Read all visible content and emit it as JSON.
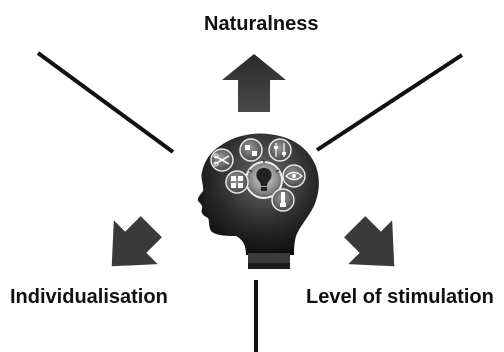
{
  "labels": {
    "top": "Naturalness",
    "left": "Individualisation",
    "right": "Level of stimulation"
  },
  "colors": {
    "line": "#111111",
    "arrow": "#333333",
    "head_dark": "#0c0c0c",
    "head_light": "#6a6a6a"
  },
  "icons": [
    "scissors-icon",
    "dice-icon",
    "sliders-icon",
    "lightbulb-icon",
    "letters-icon",
    "eye-icon",
    "paintbrush-icon"
  ]
}
